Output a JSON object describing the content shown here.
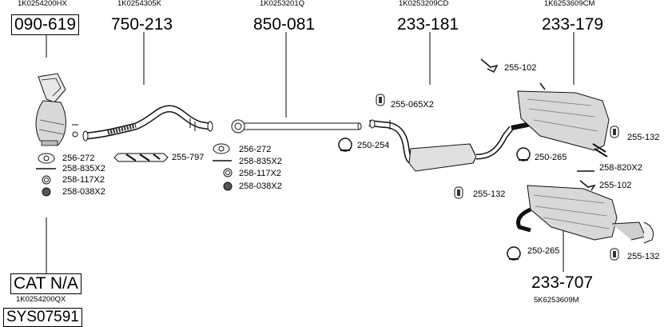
{
  "oe_numbers": {
    "cat": "1K0254200HX",
    "front_pipe": "1K0254305K",
    "middle_pipe": "1K0253201Q",
    "centre_silencer": "1K0253209CD",
    "rear_silencer": "1K6253609CM",
    "cat_alt": "1K0254200QX",
    "rear_silencer_alt": "5K6253609M"
  },
  "parts": {
    "cat": "090-619",
    "front_pipe": "750-213",
    "middle_pipe": "850-081",
    "centre_silencer": "233-181",
    "rear_silencer": "233-179",
    "rear_silencer_alt": "233-707"
  },
  "boxed_labels": {
    "cat_na": "CAT N/A",
    "system": "SYS07591"
  },
  "accessories": {
    "cat_gasket": "256-272",
    "cat_bolts": "258-835X2",
    "cat_spring": "258-117X2",
    "cat_nuts": "258-038X2",
    "front_gasket": "255-797",
    "mid_gasket": "256-272",
    "mid_bolts": "258-835X2",
    "mid_spring": "258-117X2",
    "mid_nuts": "258-038X2",
    "top_bracket": "255-102",
    "rubber_mounts": "255-065X2",
    "mid_clamp": "250-254",
    "centre_rubber": "255-132",
    "rear_rubber_top": "255-132",
    "rear_clamp_top": "250-265",
    "rear_bolts": "258-820X2",
    "rear_bracket": "255-102",
    "rear_clamp_bottom": "250-265",
    "rear_rubber_bottom": "255-132"
  }
}
